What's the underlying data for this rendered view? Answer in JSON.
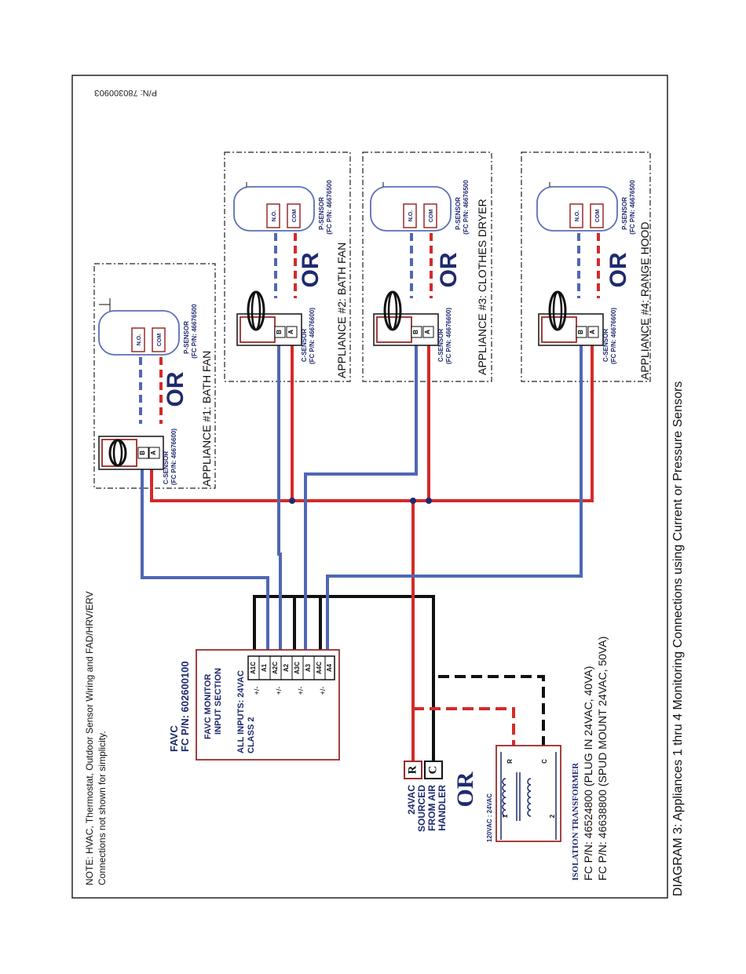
{
  "diagram_title": "DIAGRAM 3: Appliances 1 thru 4 Monitoring Connections using Current or Pressure Sensors",
  "part_number": "P/N: 78030090З",
  "note_line1": "NOTE: HVAC, Thermostat, Outdoor Sensor Wiring and FAD/HRV/ERV",
  "note_line2": "Connections not shown for simplicity.",
  "favc": {
    "title": "FAVC",
    "part": "FC P/N: 602600100",
    "section_line1": "FAVC MONITOR",
    "section_line2": "INPUT SECTION",
    "inputs_line1": "ALL INPUTS: 24VAC",
    "inputs_line2": "CLASS 2",
    "terminals": [
      "A1C",
      "A1",
      "A2C",
      "A2",
      "A3C",
      "A3",
      "A4C",
      "A4"
    ]
  },
  "source": {
    "line1": "24VAC",
    "line2": "SOURCED",
    "line3": "FROM AIR",
    "line4": "HANDLER",
    "terminal_r": "R",
    "terminal_c": "C"
  },
  "or_label": "OR",
  "transformer": {
    "rating": "120VAC : 24VAC",
    "pin1": "1",
    "pin2": "2",
    "pin_r": "R",
    "pin_c": "C",
    "title": "ISOLATION TRANSFORMER",
    "option1": "FC P/N: 46524800  (PLUG IN 24VAC, 40VA)",
    "option2": "FC P/N: 46638800 (SPUD MOUNT 24VAC, 50VA)"
  },
  "c_sensor": {
    "name": "C-SENSOR",
    "part": "(FC P/N: 46676600)",
    "term_b": "B",
    "term_a": "A"
  },
  "p_sensor": {
    "name": "P-SENSOR",
    "part": "(FC P/N: 46676500",
    "term_no": "N.O.",
    "term_com": "COM"
  },
  "appliances": [
    {
      "label": "APPLIANCE #1: BATH FAN"
    },
    {
      "label": "APPLIANCE #2: BATH FAN"
    },
    {
      "label": "APPLIANCE #3: CLOTHES DRYER"
    },
    {
      "label": "APPLIANCE #4: RANGE HOOD"
    }
  ],
  "colors": {
    "red_wire": "#d42a2a",
    "blue_wire": "#4f67b4",
    "black_wire": "#111111",
    "box_border": "#9b2b2b",
    "navy_text": "#1f2a6e",
    "sensor_blue": "#5a6fb8"
  }
}
